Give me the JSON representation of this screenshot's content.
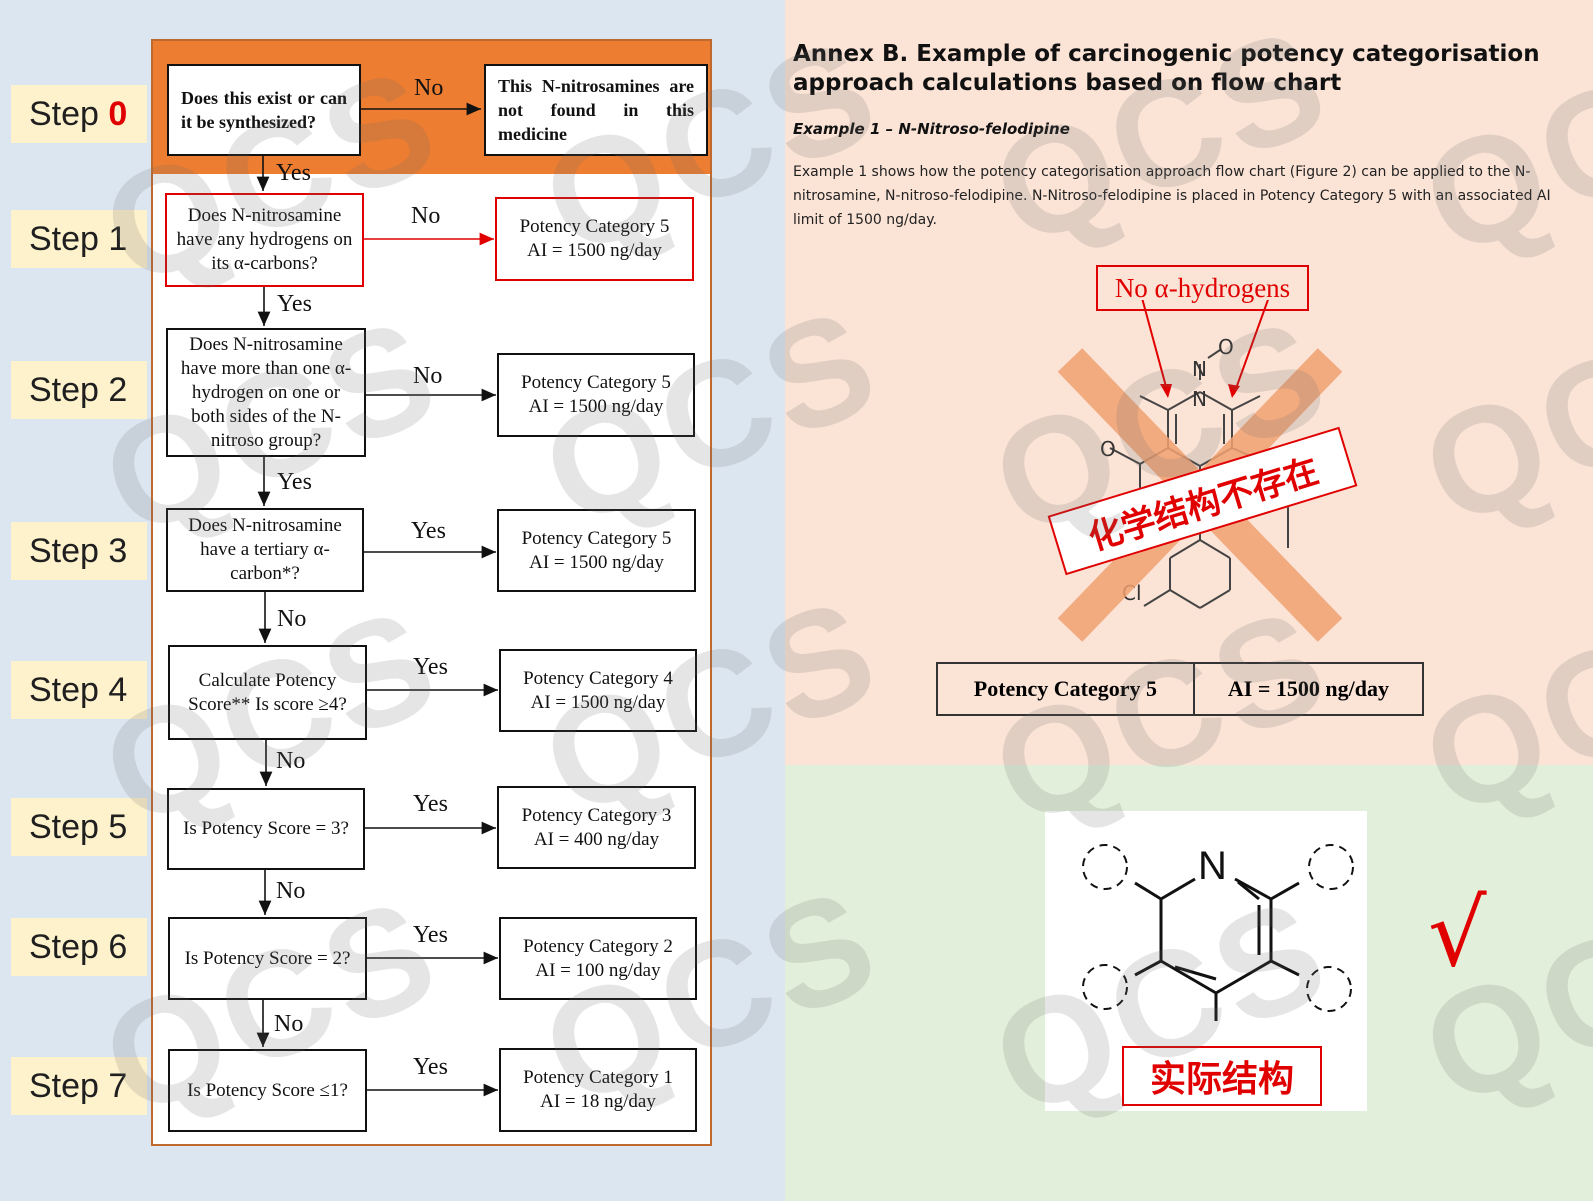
{
  "steps": [
    {
      "label": "Step ",
      "num": "0"
    },
    {
      "label": "Step 1"
    },
    {
      "label": "Step 2"
    },
    {
      "label": "Step 3"
    },
    {
      "label": "Step 4"
    },
    {
      "label": "Step 5"
    },
    {
      "label": "Step 6"
    },
    {
      "label": "Step 7"
    }
  ],
  "flowchart": {
    "step0": {
      "question": "Does this exist or can it be synthesized?",
      "no_label": "No",
      "no_result": "This N-nitrosamines are not found in this medicine",
      "yes_label": "Yes"
    },
    "questions": [
      "Does N-nitrosamine have any hydrogens on its α-carbons?",
      "Does N-nitrosamine have more than one α-hydrogen on one or both sides of the N-nitroso group?",
      "Does N-nitrosamine have a tertiary α-carbon*?",
      "Calculate Potency Score** Is score ≥4?",
      "Is Potency Score = 3?",
      "Is Potency Score = 2?",
      "Is Potency Score ≤1?"
    ],
    "results": [
      {
        "category": "Potency Category 5",
        "limit": "AI = 1500 ng/day"
      },
      {
        "category": "Potency Category 5",
        "limit": "AI = 1500 ng/day"
      },
      {
        "category": "Potency Category 5",
        "limit": "AI = 1500 ng/day"
      },
      {
        "category": "Potency Category 4",
        "limit": "AI = 1500 ng/day"
      },
      {
        "category": "Potency Category 3",
        "limit": "AI = 400 ng/day"
      },
      {
        "category": "Potency Category 2",
        "limit": "AI = 100 ng/day"
      },
      {
        "category": "Potency Category 1",
        "limit": "AI = 18 ng/day"
      }
    ],
    "side_labels": [
      "No",
      "No",
      "Yes",
      "Yes",
      "Yes",
      "Yes",
      "Yes"
    ],
    "down_labels": [
      "Yes",
      "Yes",
      "No",
      "No",
      "No",
      "No"
    ]
  },
  "annex": {
    "title": "Annex B. Example of carcinogenic potency categorisation approach calculations based on flow chart",
    "subtitle": "Example 1 – N-Nitroso-felodipine",
    "body": "Example 1 shows how the potency categorisation approach flow chart (Figure 2) can be applied to the N-nitrosamine, N-nitroso-felodipine. N-Nitroso-felodipine is placed in Potency Category 5 with an associated AI limit of 1500 ng/day.",
    "no_alpha": "No α-hydrogens",
    "banner_cn": "化学结构不存在",
    "table_category": "Potency Category 5",
    "table_limit": "AI = 1500 ng/day"
  },
  "molecule_labels": {
    "n": "N",
    "o": "O",
    "o2": "O",
    "cl": "Cl",
    "big_n": "N"
  },
  "actual": {
    "label": "实际结构",
    "check": "√"
  },
  "watermark": "QCS",
  "colors": {
    "orange": "#ed7d31",
    "red": "#e00000",
    "cross": "#f0a070"
  }
}
